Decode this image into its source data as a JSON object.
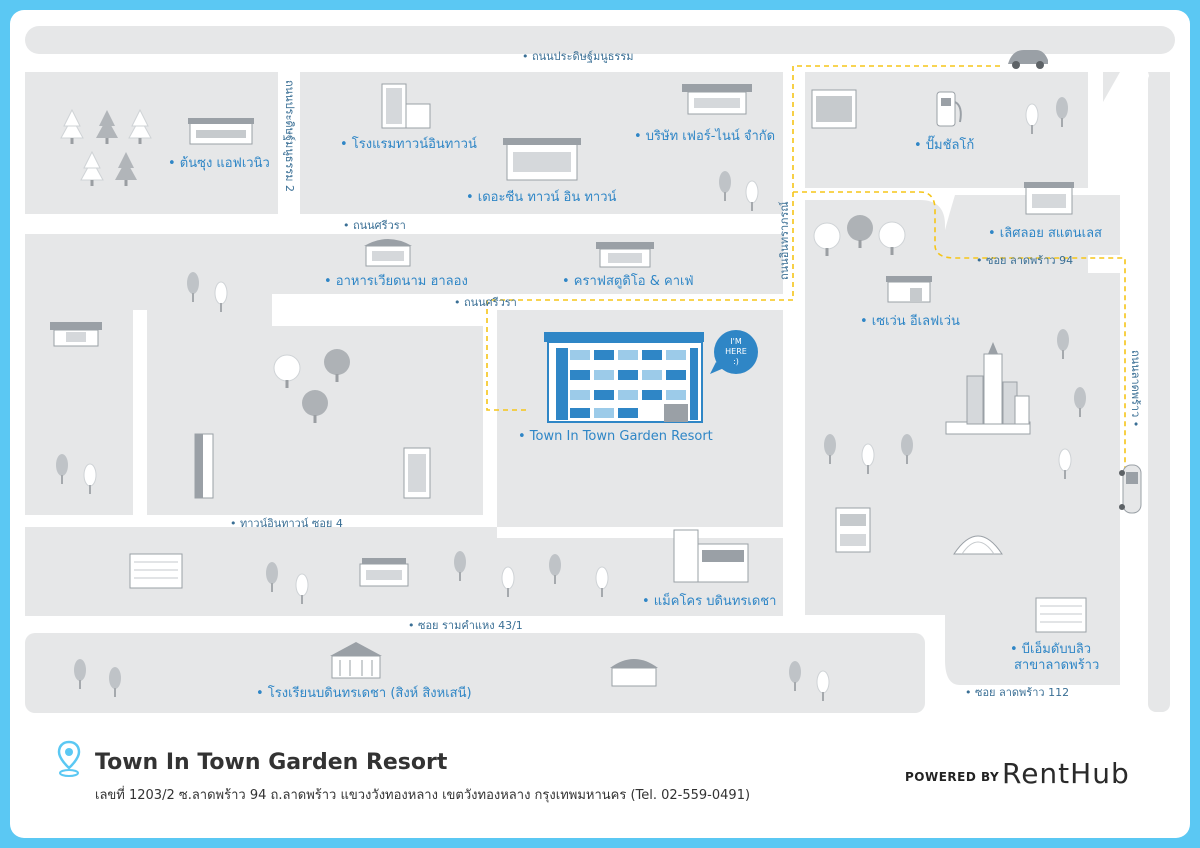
{
  "colors": {
    "frame": "#5bc8f3",
    "block": "#e6e7e8",
    "road": "#ffffff",
    "road_edge": "#c9dce8",
    "road_label": "#3a6f95",
    "place_label": "#2f86c6",
    "route": "#f5c518",
    "building_gray": "#9aa0a6",
    "hotel_blue": "#2f86c6"
  },
  "roads": {
    "top": "• ถนนประดิษฐ์มนูธรรม",
    "left_vertical": "ถนนประดิษฐ์มนูธรรม 2",
    "sriwara_1": "• ถนนศรีวรา",
    "sriwara_2": "• ถนนศรีวรา",
    "nakniwat_mid": "ถนนอินทราภรณ์",
    "soi_94": "• ซอย ลาดพร้าว 94",
    "lat_phrao_right": "ถนนลาดพร้าว •",
    "soi4": "• ทาวน์อินทาวน์ ซอย 4",
    "ramkhamhaeng": "• ซอย รามคำแหง 43/1",
    "soi_112": "• ซอย ลาดพร้าว 112"
  },
  "places": {
    "tonchung": "• ต้นซุง แอฟเวนิว",
    "hotel_towninn": "• โรงแรมทาวน์อินทาวน์",
    "thezine": "• เดอะซีน ทาวน์ อิน ทาวน์",
    "forefine": "• บริษัท เฟอร์-ไนน์ จำกัด",
    "ptt": "• ปั๊มชัลโก้",
    "stainless": "• เลิศลอย สแตนเลส",
    "vietnam": "• อาหารเวียดนาม ฮาลอง",
    "craft": "• คราฟสตูดิโอ & คาเฟ่",
    "seven": "• เซเว่น อีเลฟเว่น",
    "resort": "• Town In Town Garden Resort",
    "makro": "• แม็คโคร บดินทรเดชา",
    "school": "• โรงเรียนบดินทรเดชา (สิงห์ สิงหเสนี)",
    "bmw_line1": "• บีเอ็มดับบลิว",
    "bmw_line2": "สาขาลาดพร้าว"
  },
  "badge": {
    "line1": "I'M",
    "line2": "HERE",
    "line3": ":)"
  },
  "footer": {
    "title": "Town In Town Garden Resort",
    "address": "เลขที่ 1203/2 ซ.ลาดพร้าว 94 ถ.ลาดพร้าว แขวงวังทองหลาง เขตวังทองหลาง กรุงเทพมหานคร (Tel. 02-559-0491)",
    "powered_by": "POWERED BY",
    "brand": "RentHub"
  }
}
